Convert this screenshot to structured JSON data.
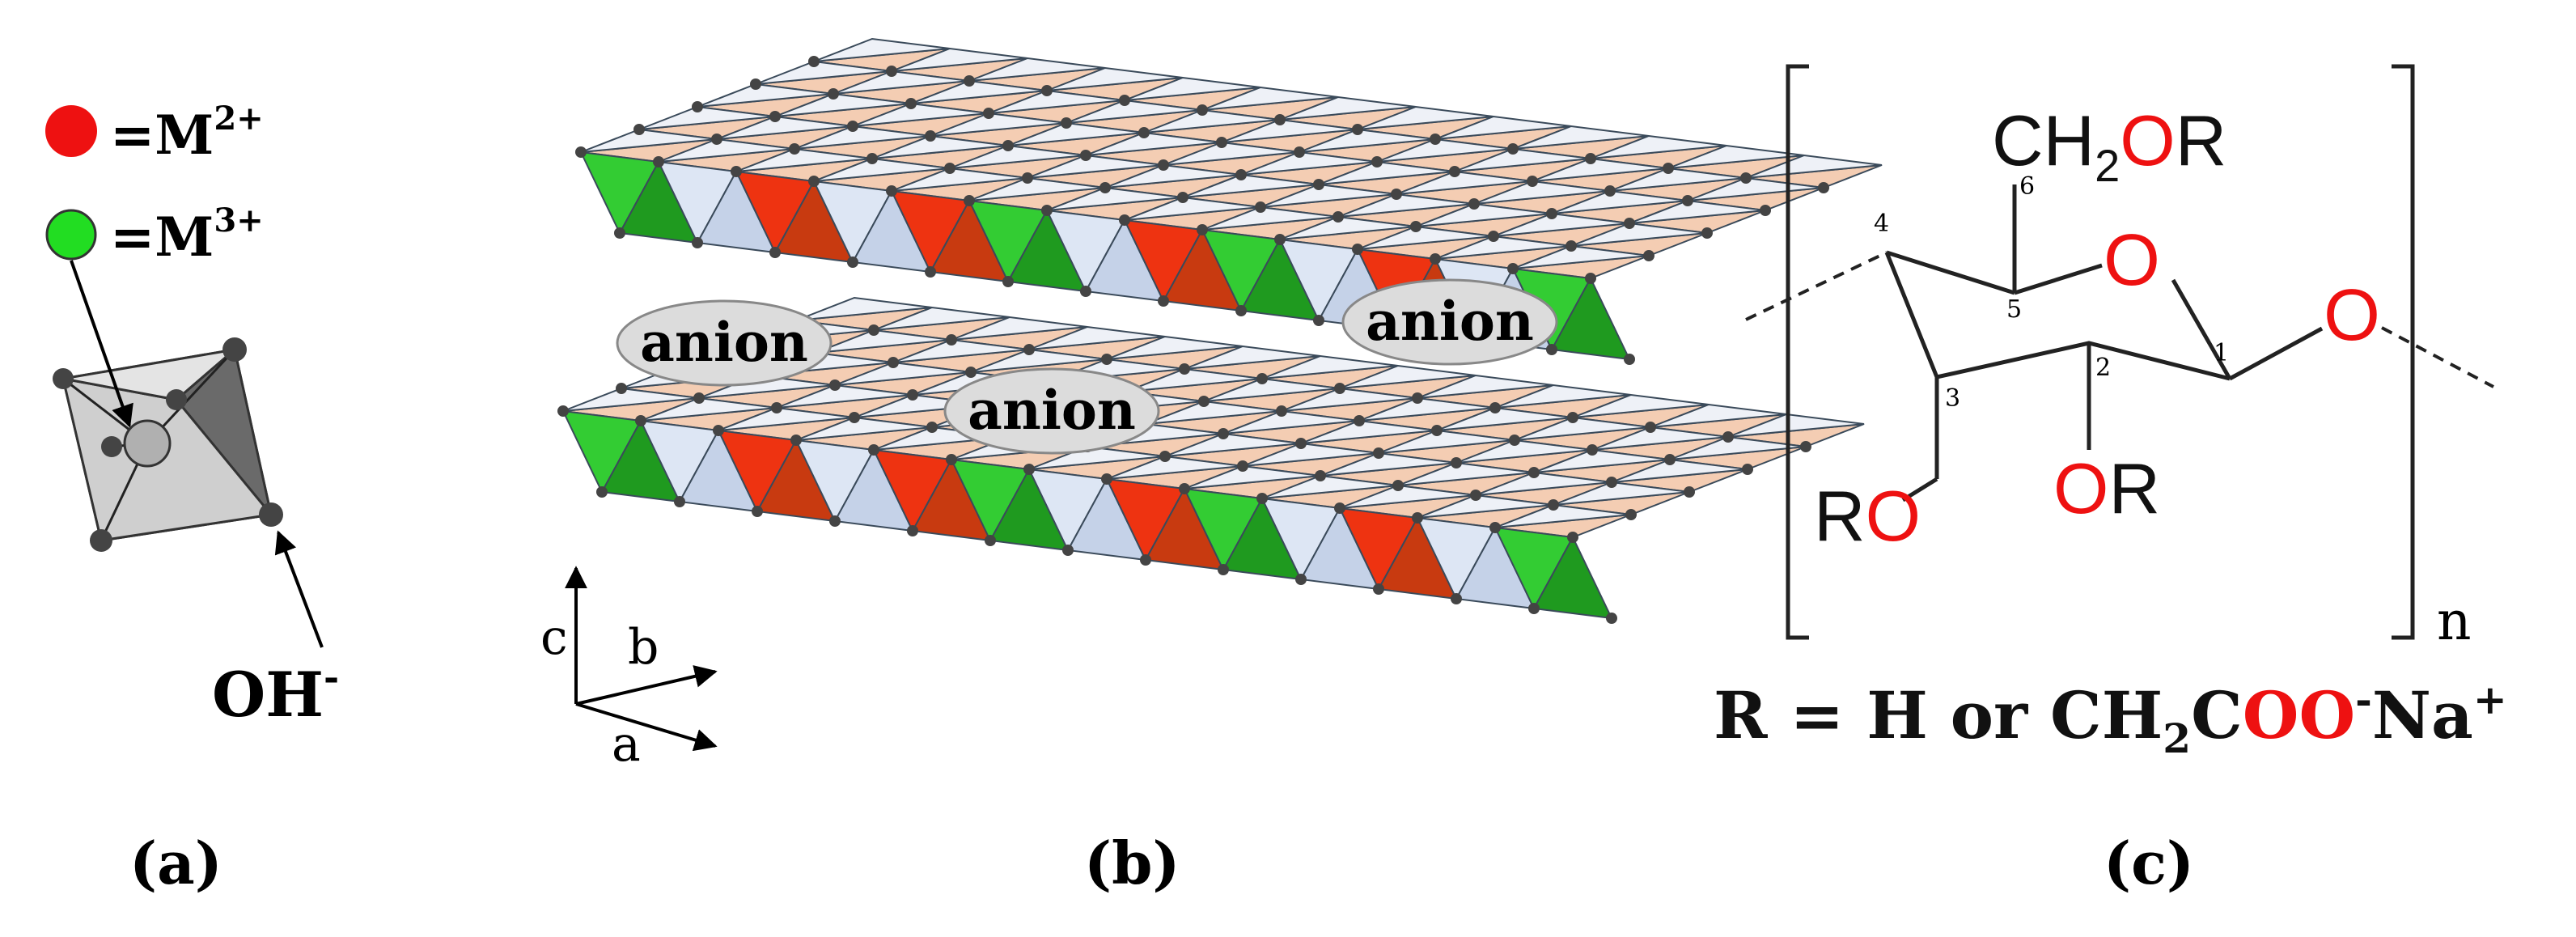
{
  "legend": {
    "m2_label": "=M",
    "m2_charge": "2+",
    "m3_label": "=M",
    "m3_charge": "3+",
    "hydroxide": "OH",
    "hydroxide_charge": "-"
  },
  "panel_labels": {
    "a": "(a)",
    "b": "(b)",
    "c": "(c)"
  },
  "axes": {
    "c": "c",
    "b": "b",
    "a": "a"
  },
  "anions": [
    "anion",
    "anion",
    "anion"
  ],
  "structure": {
    "ch2or_c": "CH",
    "ch2or_sub": "2",
    "ch2or_o": "O",
    "ch2or_r": "R",
    "ring_o": "O",
    "glyco_o": "O",
    "or2_o": "O",
    "or2_r": "R",
    "ro3_r": "R",
    "ro3_o": "O",
    "carbon_numbers": [
      "1",
      "2",
      "3",
      "4",
      "5",
      "6"
    ],
    "repeat_n": "n"
  },
  "formula": {
    "prefix": "R = H or CH",
    "sub": "2",
    "c": "C",
    "oo": "OO",
    "minus": "-",
    "na": "Na",
    "plus": "+"
  },
  "colors": {
    "m2": "#ee1111",
    "m3": "#22dd22",
    "oxygen": "#ee1111",
    "green_face": "#33cc33",
    "red_face": "#ee3311",
    "blue_face": "#dde6f4",
    "peach_face": "#f4cdb3",
    "vertex": "#444444"
  }
}
